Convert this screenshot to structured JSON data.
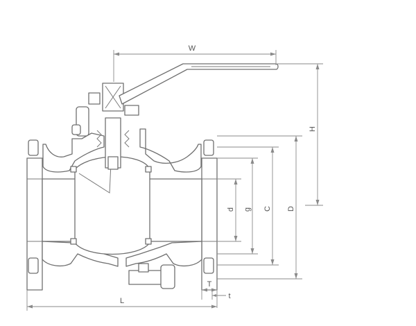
{
  "labels": {
    "W": "W",
    "H": "H",
    "d": "d",
    "g": "g",
    "C": "C",
    "D": "D",
    "T": "T",
    "t": "t",
    "L": "L"
  }
}
